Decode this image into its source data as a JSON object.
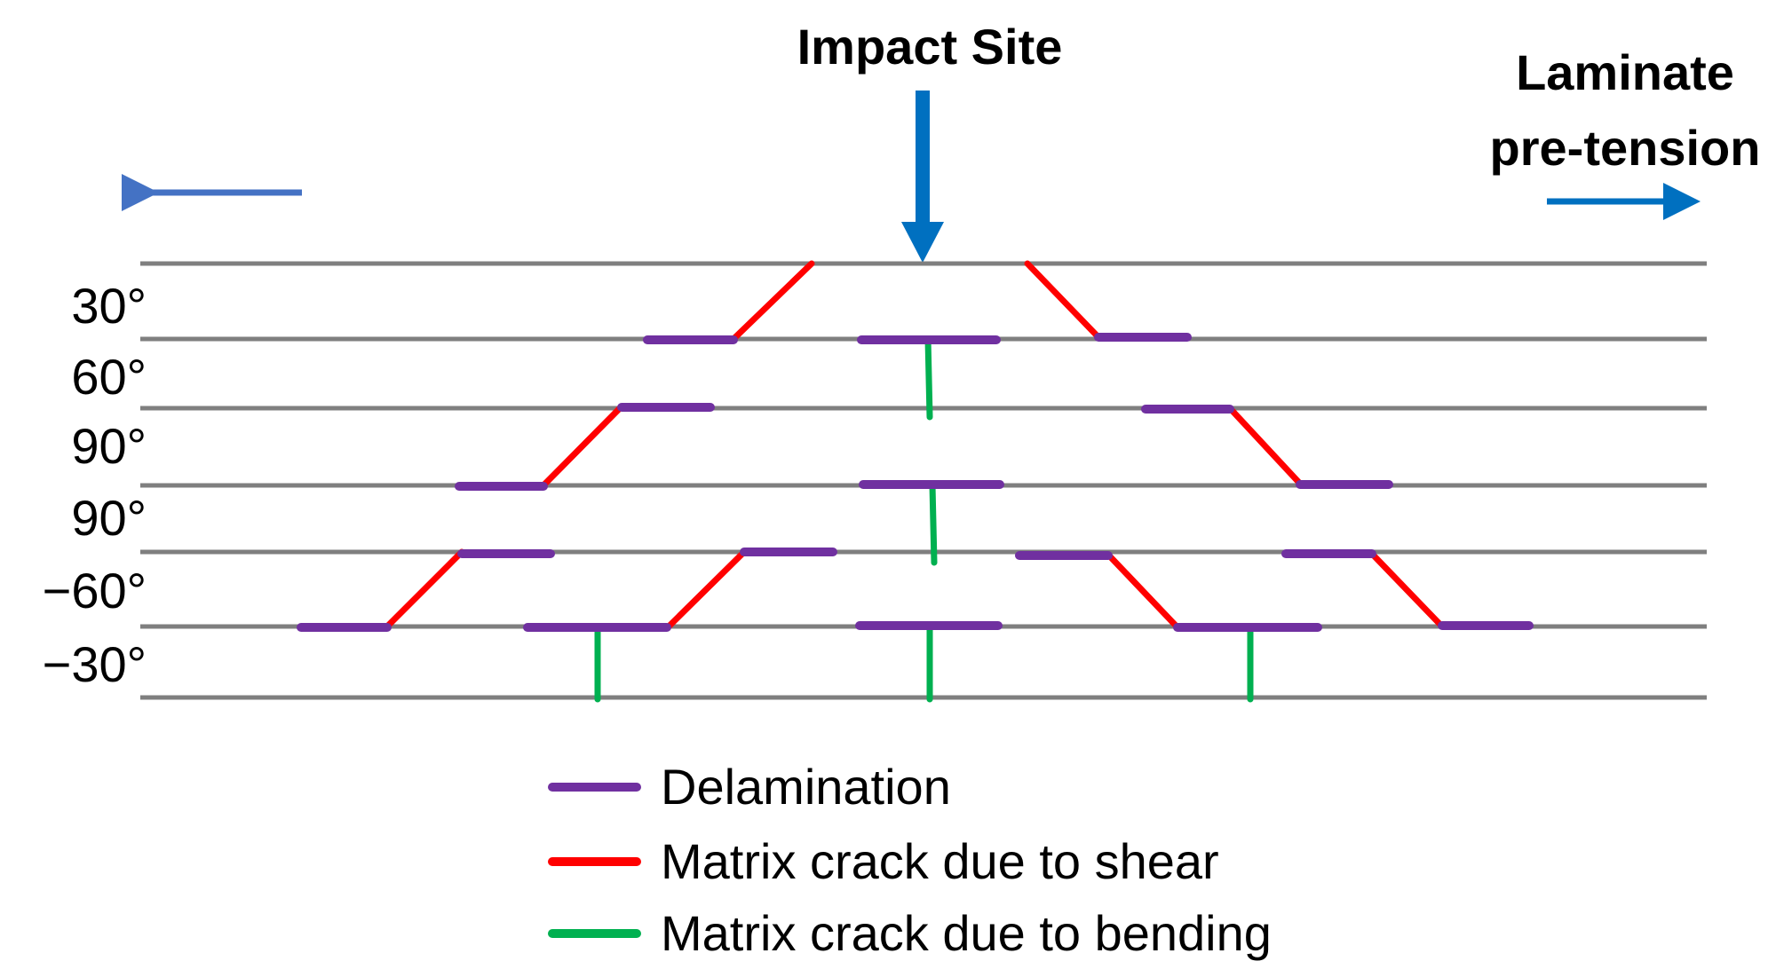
{
  "title": "Impact Site",
  "pretension_label": [
    "Laminate",
    "pre-tension"
  ],
  "ply_angles": [
    "30°",
    "60°",
    "90°",
    "90°",
    "−60°",
    "−30°"
  ],
  "legend": [
    {
      "label": "Delamination",
      "type": "delamination"
    },
    {
      "label": "Matrix crack due to shear",
      "type": "shear"
    },
    {
      "label": "Matrix crack due to bending",
      "type": "bending"
    }
  ],
  "colors": {
    "delamination": "#7030a0",
    "shear": "#ff0000",
    "bending": "#00b050",
    "arrow_left": "#4472c4",
    "arrow_blue": "#0070c0",
    "ply_line": "#7f7f7f"
  }
}
